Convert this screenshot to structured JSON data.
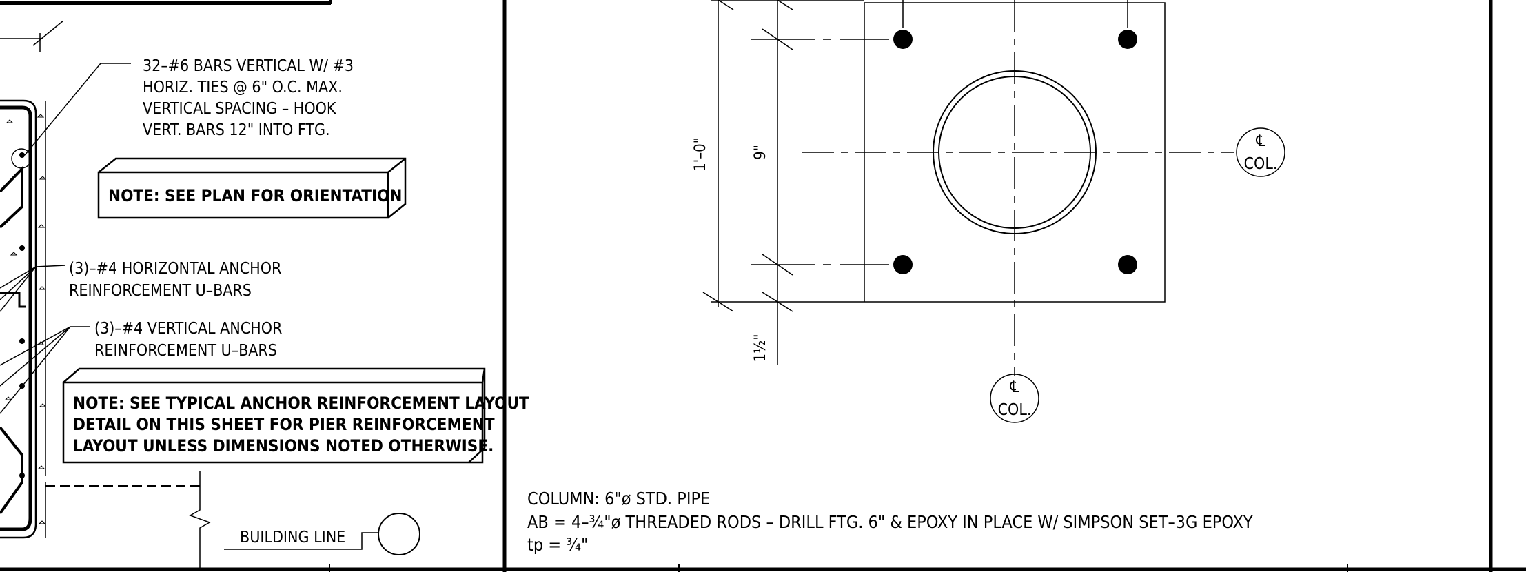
{
  "left_panel": {
    "bars_note": [
      "32–#6 BARS VERTICAL W/ #3",
      "HORIZ. TIES @ 6\" O.C. MAX.",
      "VERTICAL SPACING – HOOK",
      "VERT. BARS 12\" INTO FTG."
    ],
    "orientation_note": "NOTE: SEE PLAN FOR ORIENTATION",
    "horizontal_anchor_note": [
      "(3)–#4 HORIZONTAL ANCHOR",
      "REINFORCEMENT U–BARS"
    ],
    "vertical_anchor_note": [
      "(3)–#4 VERTICAL ANCHOR",
      "REINFORCEMENT U–BARS"
    ],
    "anchor_layout_note": [
      "NOTE: SEE TYPICAL ANCHOR REINFORCEMENT LAYOUT",
      "DETAIL ON THIS SHEET FOR PIER REINFORCEMENT",
      "LAYOUT UNLESS DIMENSIONS NOTED OTHERWISE."
    ],
    "building_line_label": "BUILDING LINE"
  },
  "right_panel": {
    "dim_overall": "1'–0\"",
    "dim_bolt_spacing": "9\"",
    "dim_edge": "1½\"",
    "centerline_symbol": "℄",
    "centerline_text": "COL.",
    "spec_lines": [
      "COLUMN: 6\"ø STD. PIPE",
      "AB = 4–¾\"ø THREADED RODS – DRILL FTG. 6\" & EPOXY IN PLACE W/ SIMPSON SET–3G EPOXY",
      "tp = ¾\""
    ]
  }
}
